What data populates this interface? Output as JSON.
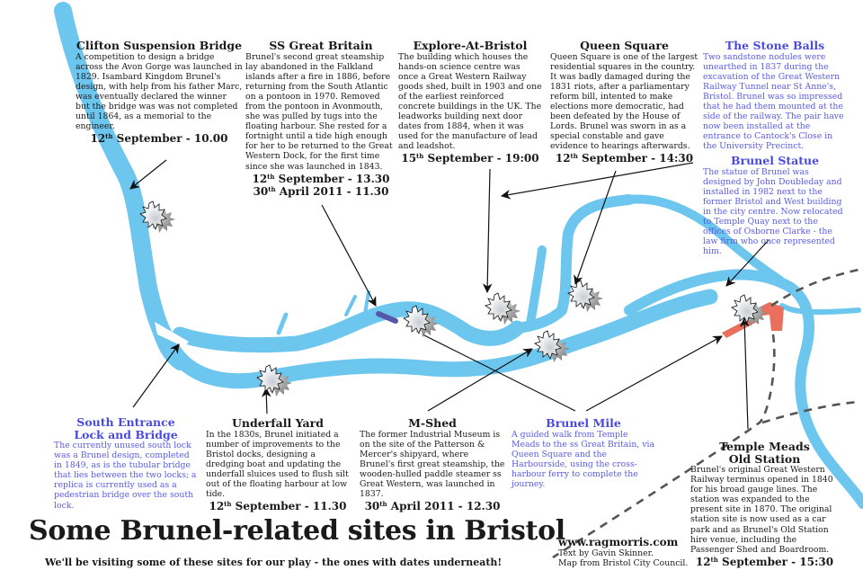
{
  "title": "Some Brunel-related sites in Bristol",
  "subtitle": "We'll be visiting some of these sites for our play - the ones with dates underneath!",
  "credits": {
    "url": "www.ragmorris.com",
    "text_by": "Text by Gavin Skinner.",
    "map_source": "Map from Bristol City Council."
  },
  "colors": {
    "water": "#6cc6ee",
    "station": "#e8705c",
    "highlight_site": "#5558a8",
    "blue_text": "#5a5ae6",
    "railway": "#555555"
  },
  "sites": [
    {
      "id": "clifton",
      "name": "Clifton Suspension Bridge",
      "description": "A competition to design a bridge across the Avon Gorge was launched in 1829. Isambard Kingdom Brunel's design, with help from his father Marc, was eventually declared the winner but the bridge was was not completed until 1864, as a memorial to the engineer.",
      "dates": [
        {
          "day": "12",
          "suffix": "th",
          "rest": " September - 10.00"
        }
      ],
      "style": "black"
    },
    {
      "id": "ssgb",
      "name": "SS Great Britain",
      "description": "Brunel's second great steamship lay abandoned in the Falkland islands after a fire in 1886, before returning from the South Atlantic on a pontoon in 1970. Removed from the pontoon in Avonmouth, she was pulled by tugs into the floating harbour. She rested for a fortnight until a tide high enough for her to be returned to the Great Western Dock, for the first time since she was launched in 1843.",
      "dates": [
        {
          "day": "12",
          "suffix": "th",
          "rest": " September - 13.30"
        },
        {
          "day": "30",
          "suffix": "th",
          "rest": " April 2011 - 11.30"
        }
      ],
      "style": "black"
    },
    {
      "id": "explore",
      "name": "Explore-At-Bristol",
      "description": "The building which houses the hands-on science centre was once a Great Western Railway goods shed, built in 1903 and one of the earliest reinforced concrete buildings in the UK. The leadworks building next door dates from 1884, when it was used for the manufacture of lead and leadshot.",
      "dates": [
        {
          "day": "15",
          "suffix": "th",
          "rest": " September - 19:00"
        }
      ],
      "style": "black"
    },
    {
      "id": "queen",
      "name": "Queen Square",
      "description": "Queen Square is one of the largest residential squares in the country. It was badly damaged during the 1831 riots, after a parliamentary reform bill, intented to make elections more democratic, had been defeated by the House of Lords. Brunel was sworn in as a special constable and gave evidence to hearings afterwards.",
      "dates": [
        {
          "day": "12",
          "suffix": "th",
          "rest": " September - 14:30"
        }
      ],
      "style": "black"
    },
    {
      "id": "stoneballs",
      "name": "The Stone Balls",
      "description": "Two sandstone nodules were unearthed in 1837 during the excavation of the Great Western Railway Tunnel near St Anne's, Bristol. Brunel was so impressed that he had them mounted at the side of the railway. The pair have now been installed at the entrance to Cantock's Close in the University Precinct.",
      "dates": [],
      "style": "blue"
    },
    {
      "id": "statue",
      "name": "Brunel Statue",
      "description": "The statue of Brunel was designed by John Doubleday and installed in 1982 next to the former Bristol and West building in the city centre. Now relocated to Temple Quay next to the offices of Osborne Clarke - the law firm who once represented him.",
      "dates": [],
      "style": "blue"
    },
    {
      "id": "southlock",
      "name": "South Entrance Lock and Bridge",
      "description": "The currently unused south lock was a Brunel design, completed in 1849, as is the tubular bridge that lies between the two locks; a replica is currently used as a pedestrian bridge over the south lock.",
      "dates": [],
      "style": "blue"
    },
    {
      "id": "underfall",
      "name": "Underfall Yard",
      "description": "In the 1830s, Brunel initiated a number of improvements to the Bristol docks, designing a dredging boat and updating the underfall sluices used to flush silt out of the floating harbour at low tide.",
      "dates": [
        {
          "day": "12",
          "suffix": "th",
          "rest": " September - 11.30"
        }
      ],
      "style": "black"
    },
    {
      "id": "mshed",
      "name": "M-Shed",
      "description": "The former Industrial Museum is on the site of the Patterson & Mercer's shipyard, where Brunel's first great steamship, the wooden-hulled paddle steamer ss Great Western, was launched in 1837.",
      "dates": [
        {
          "day": "30",
          "suffix": "th",
          "rest": " April 2011 - 12.30"
        }
      ],
      "style": "black"
    },
    {
      "id": "mile",
      "name": "Brunel Mile",
      "description": "A guided walk from Temple Meads to the ss Great Britain, via Queen Square and the Harbourside, using the cross-harbour ferry to complete the journey.",
      "dates": [],
      "style": "blue"
    },
    {
      "id": "temple",
      "name": "Temple Meads Old Station",
      "description": "Brunel's original Great Western Railway terminus opened in 1840 for his broad gauge lines. The station was expanded to the present site in 1870. The original station site is now used as a car park and as Brunel's Old Station hire venue, including the Passenger Shed and Boardroom.",
      "dates": [
        {
          "day": "12",
          "suffix": "th",
          "rest": " September - 15:30"
        }
      ],
      "style": "black"
    }
  ]
}
